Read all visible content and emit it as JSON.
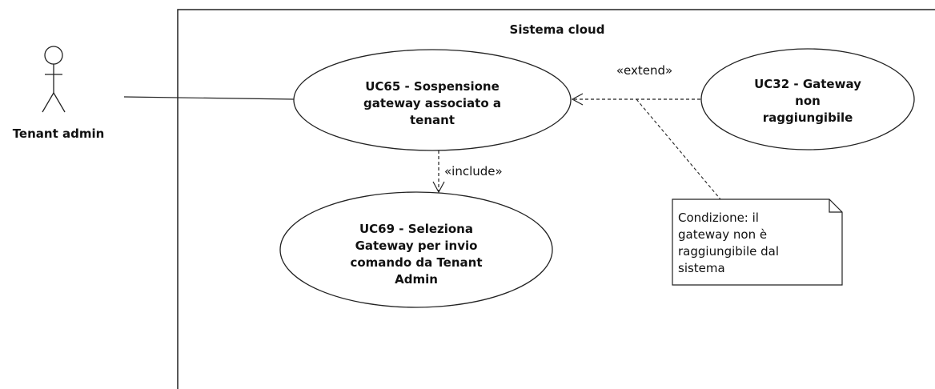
{
  "system": {
    "title": "Sistema cloud"
  },
  "actor": {
    "label": "Tenant admin"
  },
  "use_cases": {
    "uc65": [
      "UC65 - Sospensione",
      "gateway associato a",
      "tenant"
    ],
    "uc32": [
      "UC32 - Gateway",
      "non",
      "raggiungibile"
    ],
    "uc69": [
      "UC69 - Seleziona",
      "Gateway per invio",
      "comando da Tenant",
      "Admin"
    ]
  },
  "relations": {
    "extend": "«extend»",
    "include": "«include»"
  },
  "note": [
    "Condizione: il",
    "gateway non è",
    "raggiungibile dal",
    "sistema"
  ]
}
